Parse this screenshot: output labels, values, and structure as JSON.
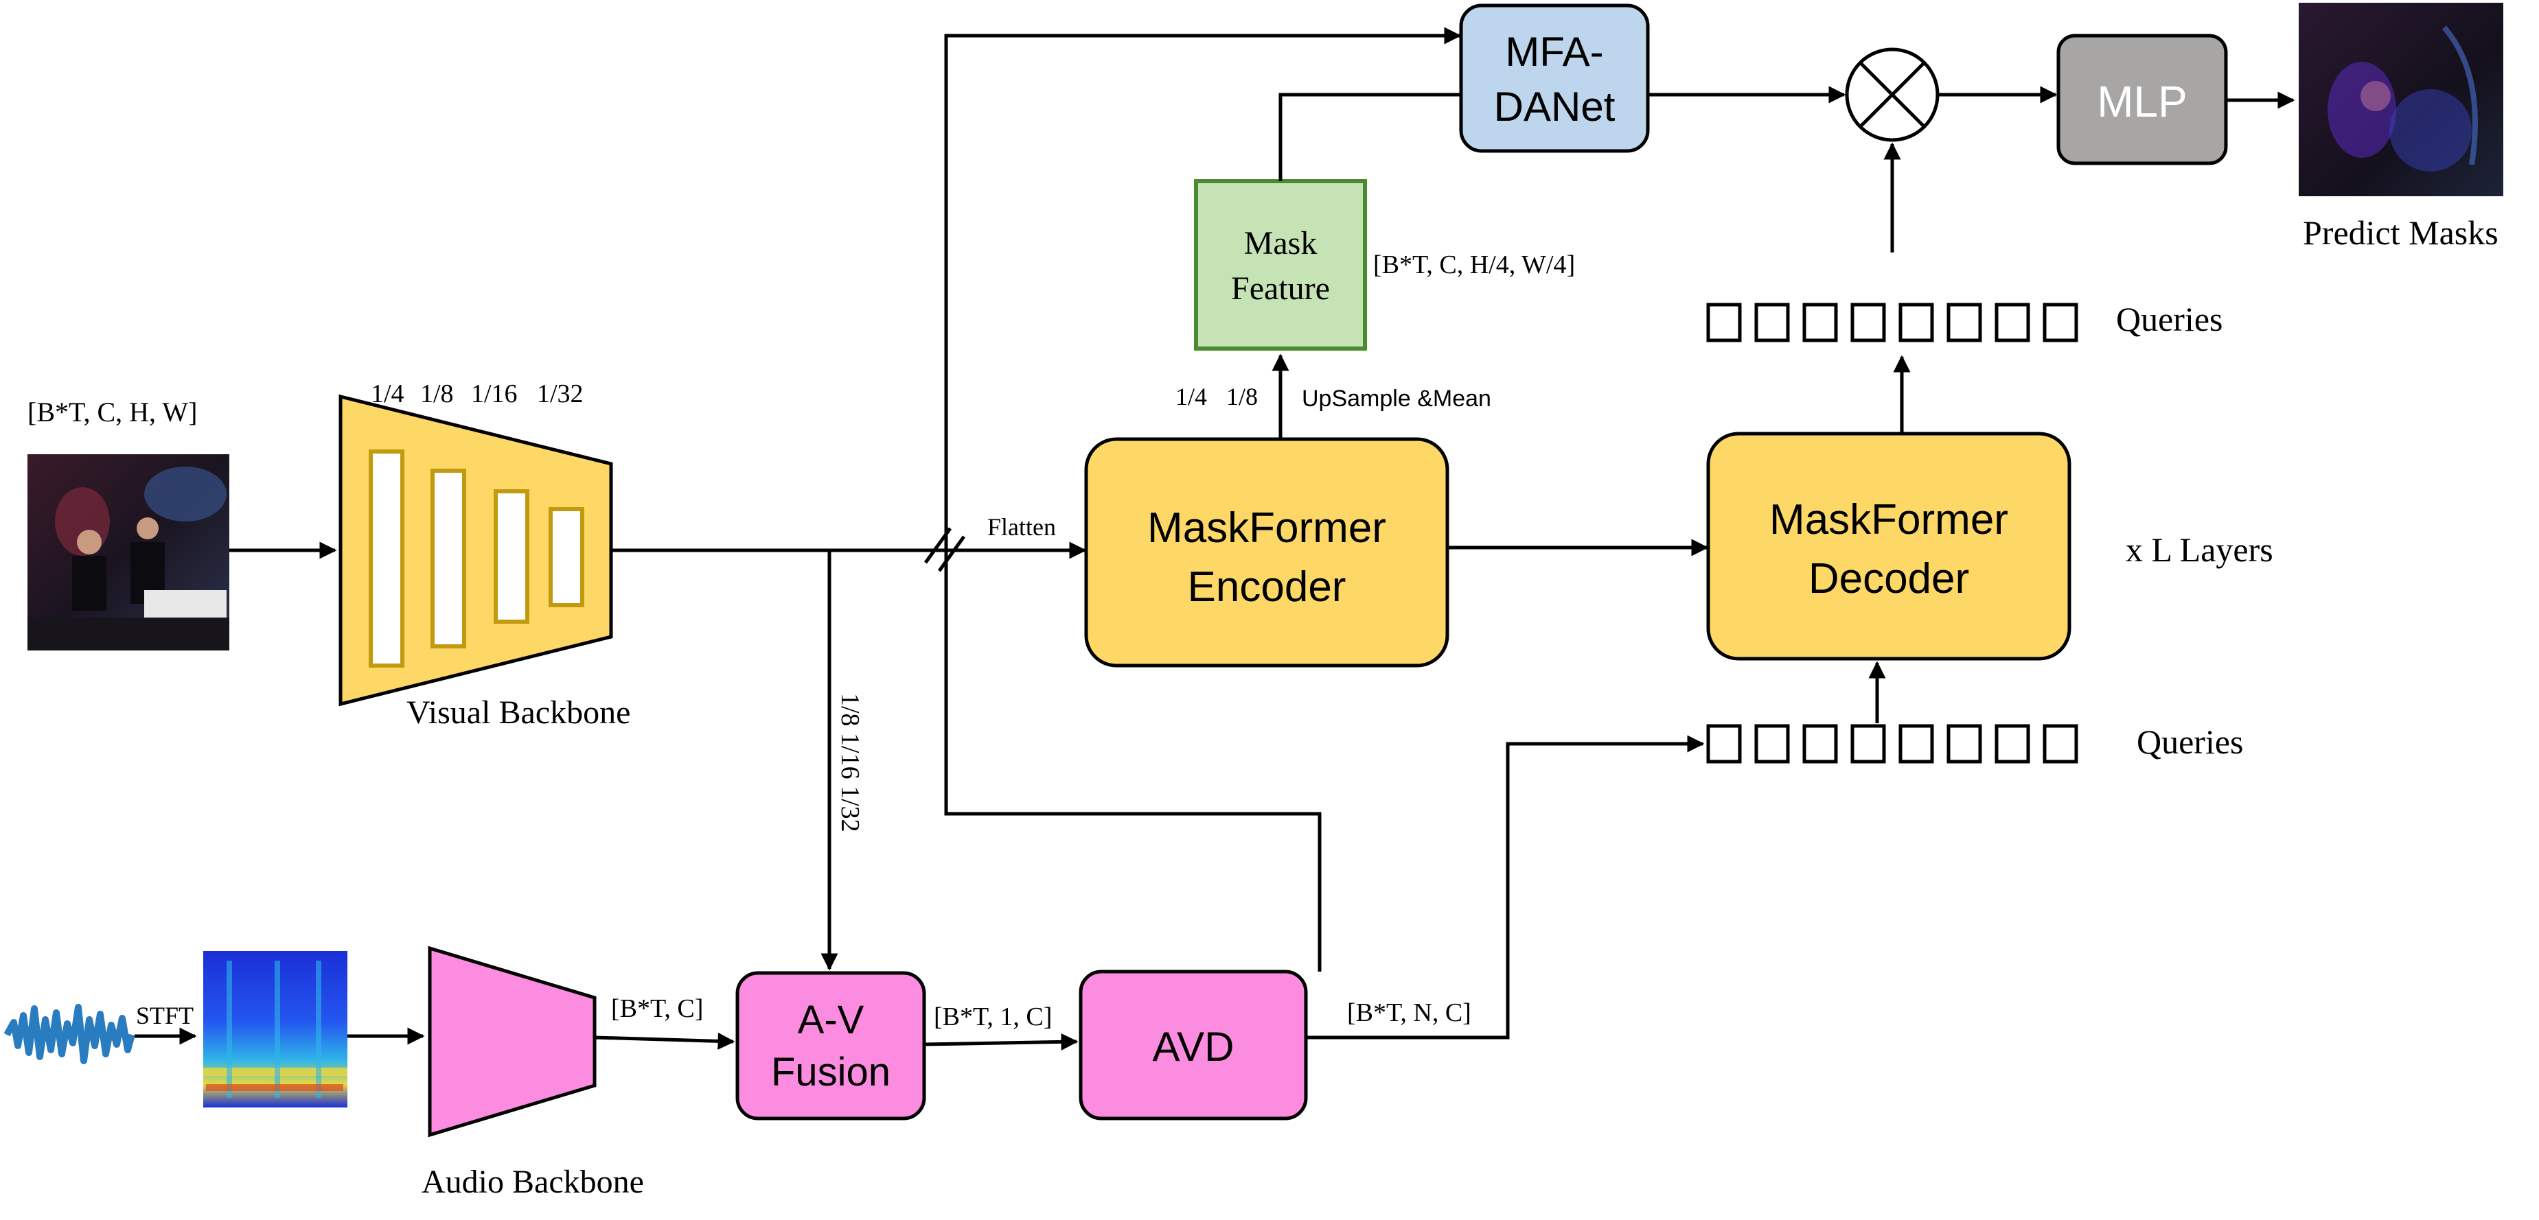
{
  "input_dims_label": "[B*T, C, H, W]",
  "scale_labels": {
    "s1": "1/4",
    "s2": "1/8",
    "s3": "1/16",
    "s4": "1/32"
  },
  "visual_backbone_label": "Visual Backbone",
  "audio_backbone_label": "Audio Backbone",
  "stft_label": "STFT",
  "flatten_label": "Flatten",
  "encoder": {
    "line1": "MaskFormer",
    "line2": "Encoder"
  },
  "decoder": {
    "line1": "MaskFormer",
    "line2": "Decoder"
  },
  "layers_label": "x L Layers",
  "mask_feature": {
    "line1": "Mask",
    "line2": "Feature"
  },
  "mask_feature_dims": "[B*T, C, H/4, W/4]",
  "mask_scales": {
    "a": "1/4",
    "b": "1/8"
  },
  "upsample_label": "UpSample &Mean",
  "mfa": {
    "line1": "MFA-",
    "line2": "DANet"
  },
  "mlp_label": "MLP",
  "predict_label": "Predict Masks",
  "queries_top": "Queries",
  "queries_bottom": "Queries",
  "vertical_scales": "1/8  1/16  1/32",
  "av_fusion": {
    "line1": "A-V",
    "line2": "Fusion"
  },
  "avd_label": "AVD",
  "audio_dims": "[B*T, C]",
  "fusion_dims": "[B*T, 1, C]",
  "avd_dims": "[B*T,  N, C]",
  "colors": {
    "yellow": "#FDD866",
    "pink": "#FC8CDF",
    "green": "#C6E3B5",
    "blue": "#BDD6EE",
    "gray": "#A8A5A5"
  }
}
